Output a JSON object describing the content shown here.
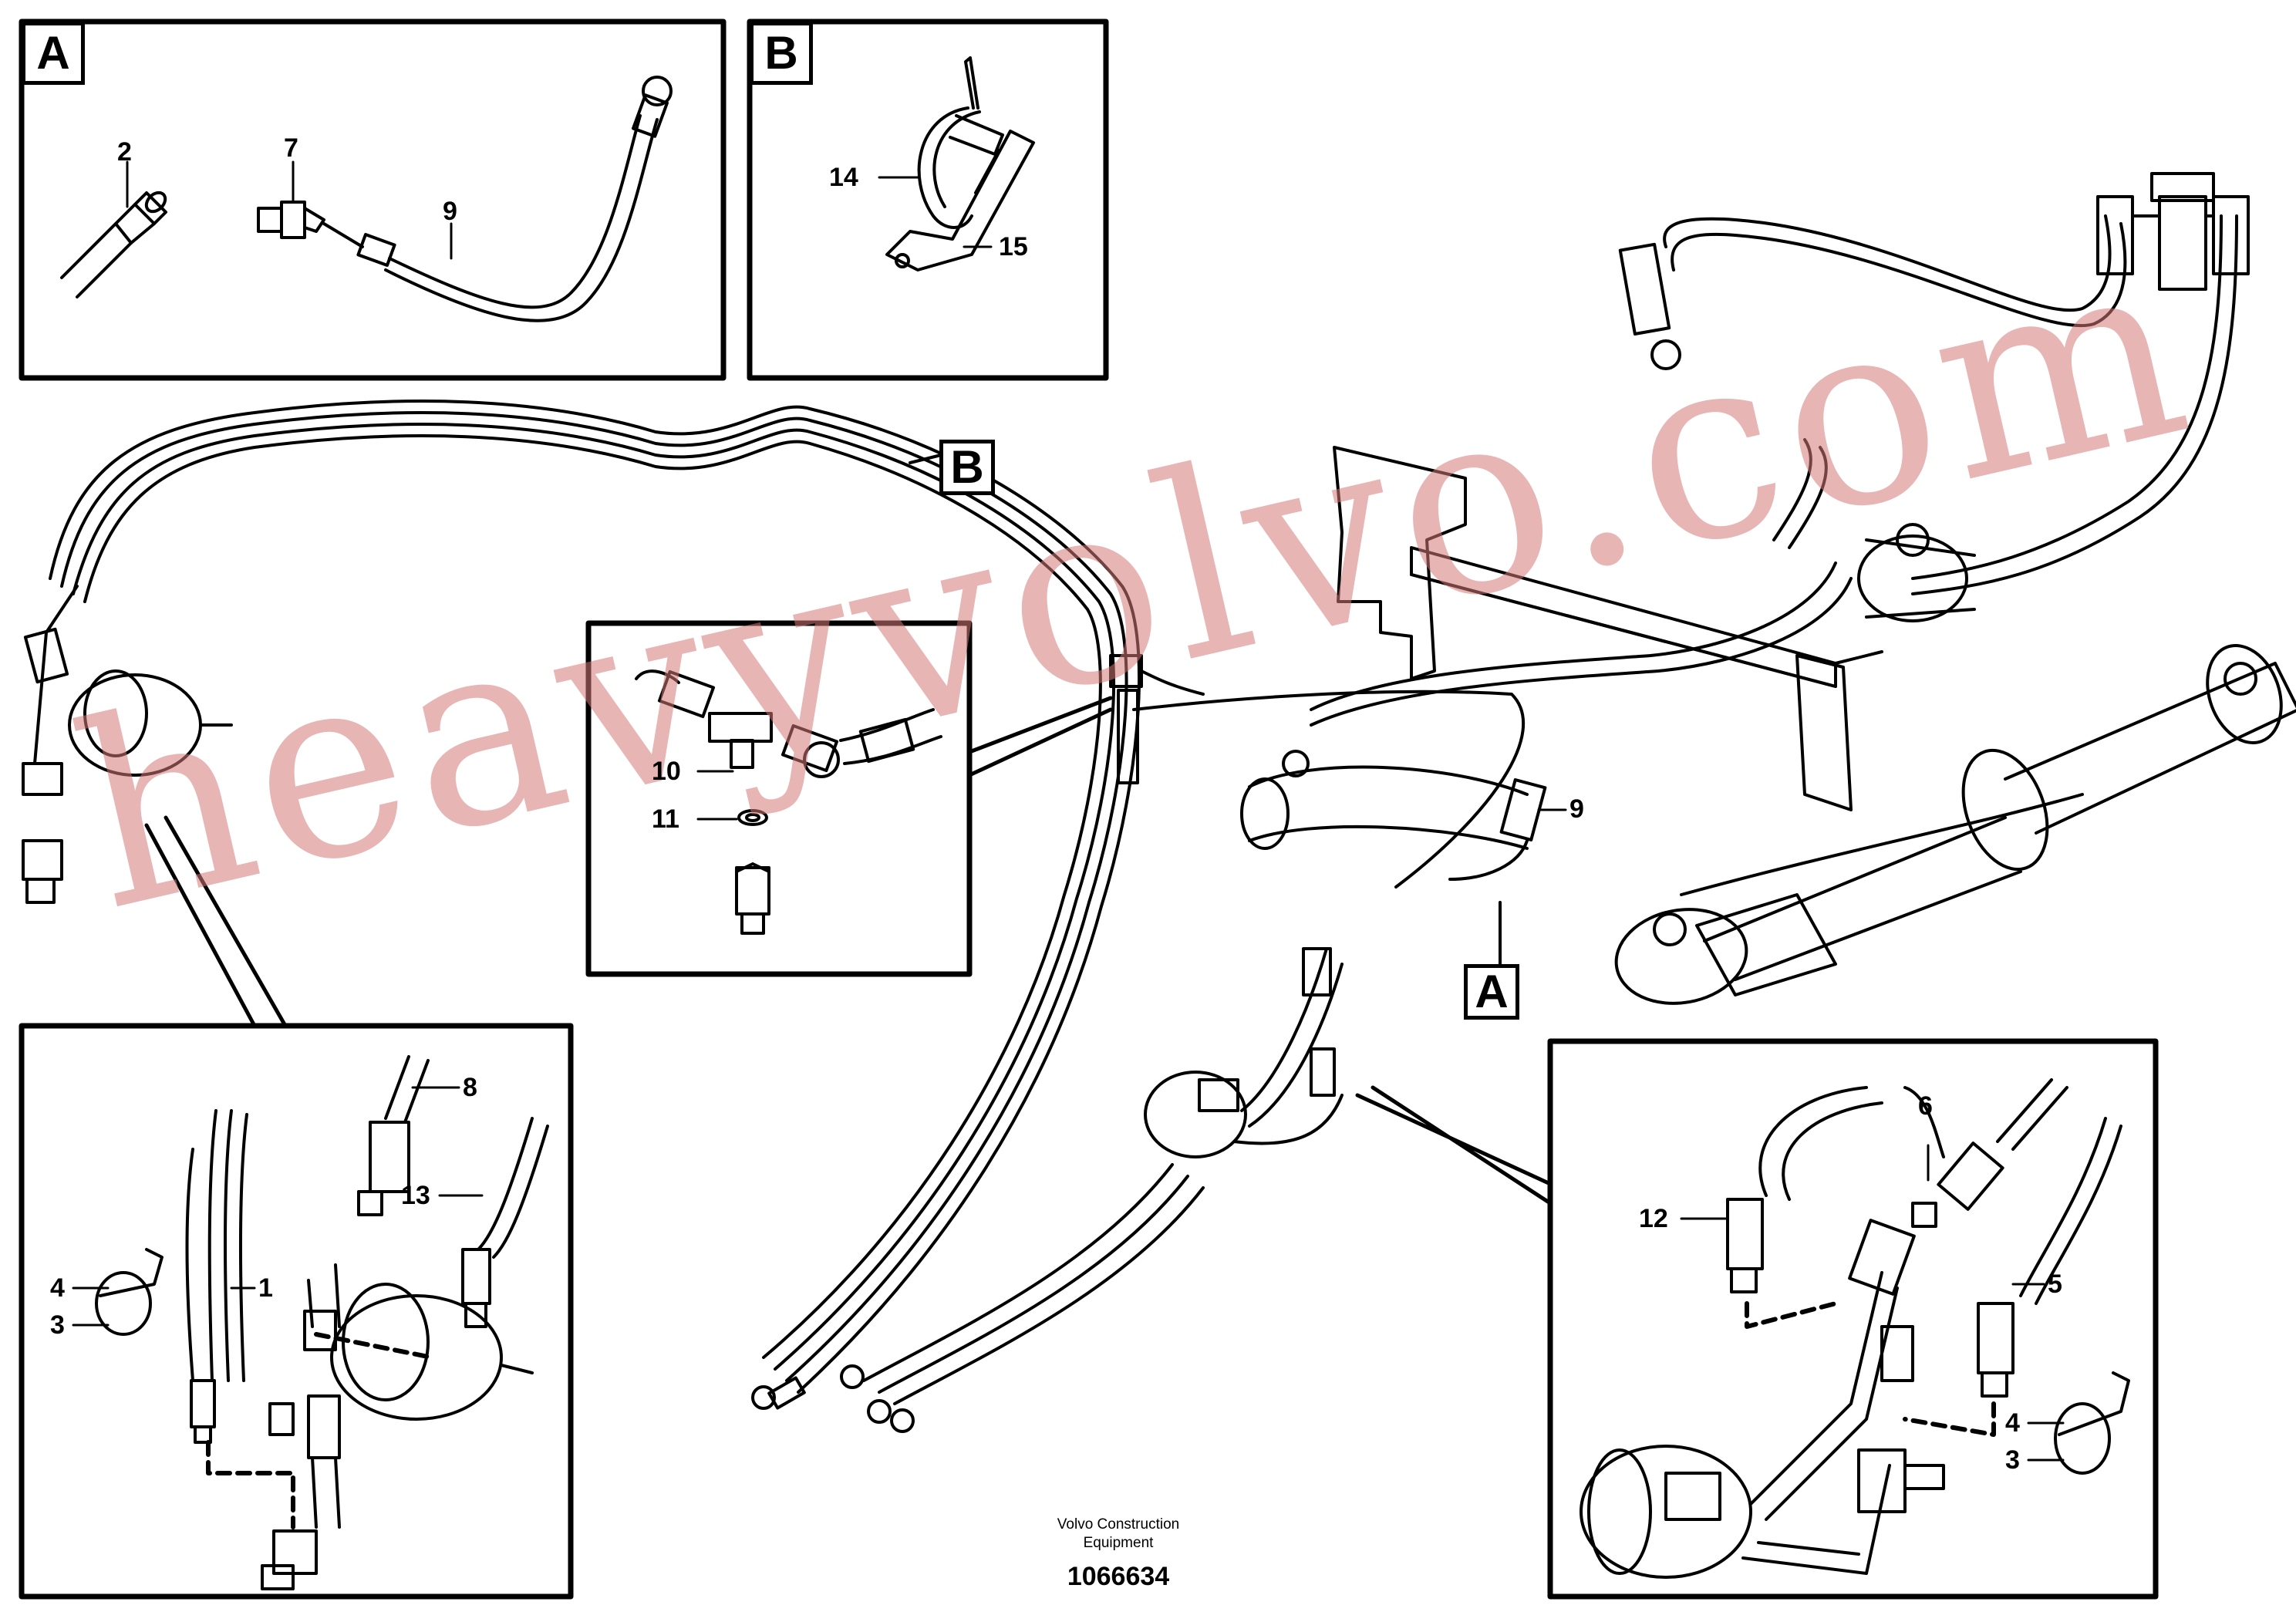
{
  "view_tags": {
    "a": "A",
    "b": "B"
  },
  "callouts": {
    "p1": "1",
    "p2": "2",
    "p3": "3",
    "p4": "4",
    "p5": "5",
    "p6": "6",
    "p7": "7",
    "p8": "8",
    "p9": "9",
    "p10": "10",
    "p11": "11",
    "p12": "12",
    "p13": "13",
    "p14": "14",
    "p15": "15"
  },
  "footer": {
    "company_line1": "Volvo Construction",
    "company_line2": "Equipment",
    "drawing_number": "1066634"
  },
  "watermark": "heavyvolvo.com"
}
